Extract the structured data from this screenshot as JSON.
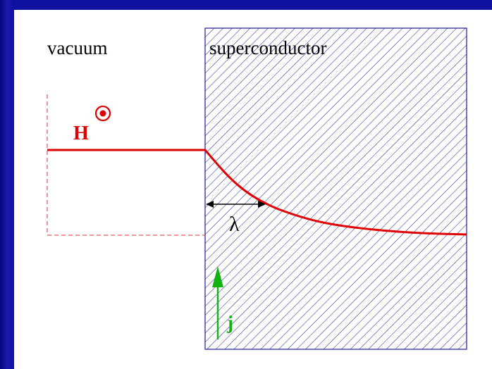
{
  "regions": {
    "vacuum_label": "vacuum",
    "superconductor_label": "superconductor"
  },
  "field": {
    "label": "H",
    "direction_symbol": "out-of-page",
    "color": "#e00000"
  },
  "penetration": {
    "label": "λ"
  },
  "current": {
    "label": "j",
    "color": "#12b312"
  },
  "colors": {
    "background_frame": "#1010a0",
    "hatch": "#1a1aa0",
    "dashed_guide": "#e03030",
    "arrow": "#000000"
  }
}
